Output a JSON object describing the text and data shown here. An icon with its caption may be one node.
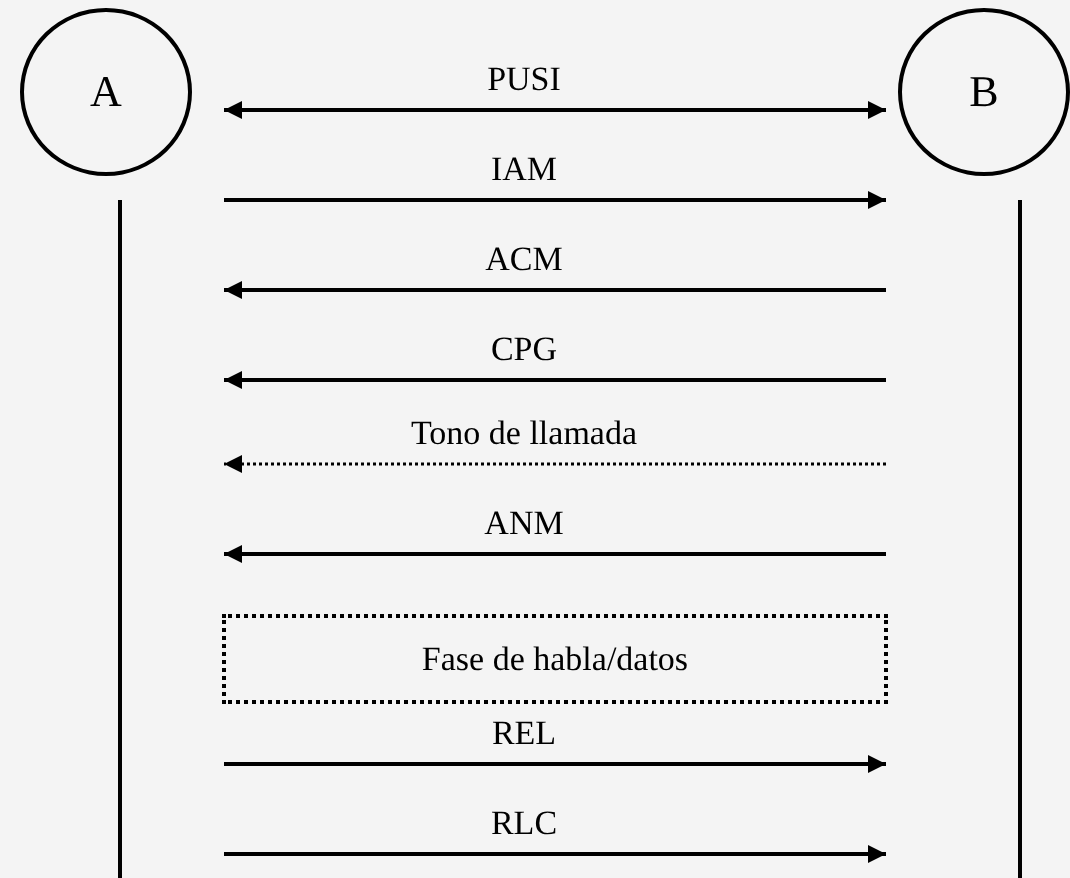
{
  "diagram": {
    "nodes": [
      {
        "text": [
          "A"
        ]
      },
      {
        "text": [
          "B"
        ]
      },
      {
        "text": [
          "Fase de habla/datos"
        ]
      }
    ],
    "edges": [
      {
        "from": 0,
        "to": 1,
        "arrow": "both",
        "label": "PUSI"
      },
      {
        "from": 0,
        "to": 1,
        "arrow": "to",
        "label": "IAM"
      },
      {
        "from": 1,
        "to": 0,
        "arrow": "to",
        "label": "ACM"
      },
      {
        "from": 1,
        "to": 0,
        "arrow": "to",
        "label": "CPG"
      },
      {
        "from": 1,
        "to": 0,
        "arrow": "to",
        "label": "Tono de llamada",
        "style": "dashed"
      },
      {
        "from": 1,
        "to": 0,
        "arrow": "to",
        "label": "ANM"
      },
      {
        "from": 0,
        "to": 1,
        "arrow": "to",
        "label": "REL"
      },
      {
        "from": 0,
        "to": 1,
        "arrow": "to",
        "label": "RLC"
      }
    ]
  }
}
